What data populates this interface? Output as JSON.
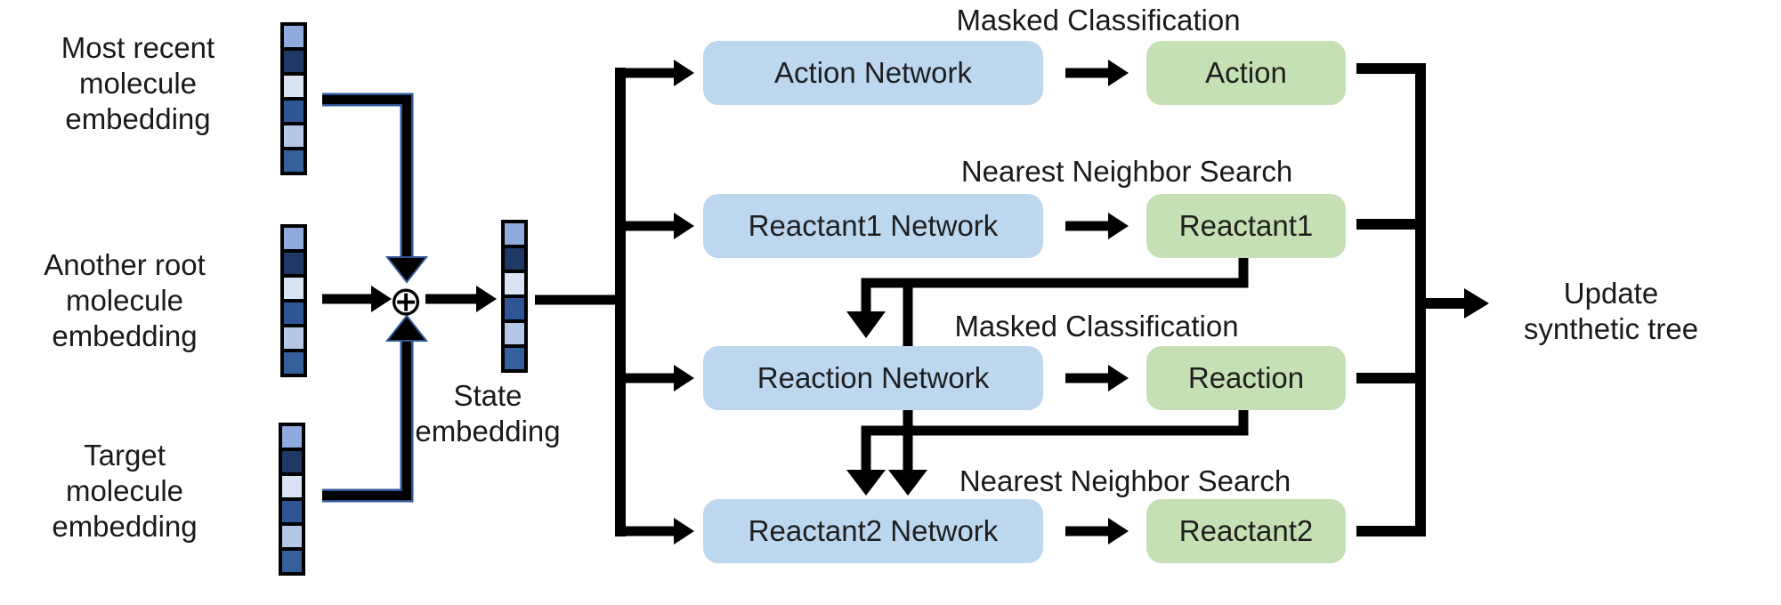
{
  "colors": {
    "network_box": "#bdd7ee",
    "output_box": "#c5e0b4",
    "wire": "#000000",
    "converge_arrow_outline": "#2f5597",
    "vector_frame": "#000000"
  },
  "inputs": [
    {
      "lines": [
        "Most recent",
        "molecule",
        "embedding"
      ]
    },
    {
      "lines": [
        "Another root",
        "molecule",
        "embedding"
      ]
    },
    {
      "lines": [
        "Target",
        "molecule",
        "embedding"
      ]
    }
  ],
  "combine_symbol": "⊕",
  "vector_cell_styles": [
    "background:#8faadc",
    "background:#203864",
    "background:#dae3f3",
    "background:#2f5597",
    "background:#b4c7e7",
    "background:#35609c"
  ],
  "state_label": {
    "lines": [
      "State",
      "embedding"
    ]
  },
  "rows": [
    {
      "method": "Masked Classification",
      "network": "Action Network",
      "output": "Action"
    },
    {
      "method": "Nearest Neighbor Search",
      "network": "Reactant1 Network",
      "output": "Reactant1"
    },
    {
      "method": "Masked Classification",
      "network": "Reaction Network",
      "output": "Reaction"
    },
    {
      "method": "Nearest Neighbor Search",
      "network": "Reactant2 Network",
      "output": "Reactant2"
    }
  ],
  "result_label": {
    "lines": [
      "Update",
      "synthetic tree"
    ]
  }
}
